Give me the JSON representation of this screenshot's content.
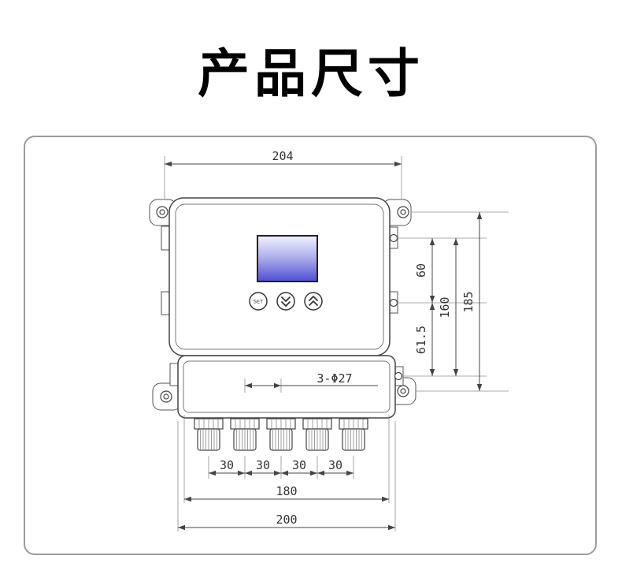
{
  "page": {
    "title": "产品尺寸"
  },
  "drawing": {
    "device": {
      "set_button_label": "SET"
    },
    "dimensions": {
      "top_width": "204",
      "right_hole_spacing_upper": "60",
      "right_hole_spacing_lower": "61.5",
      "right_mount_span": "160",
      "right_overall_height": "185",
      "hole_callout": "3-Φ27",
      "gland_spacings": [
        "30",
        "30",
        "30",
        "30"
      ],
      "bottom_inner_width": "180",
      "bottom_overall_width": "200"
    }
  }
}
